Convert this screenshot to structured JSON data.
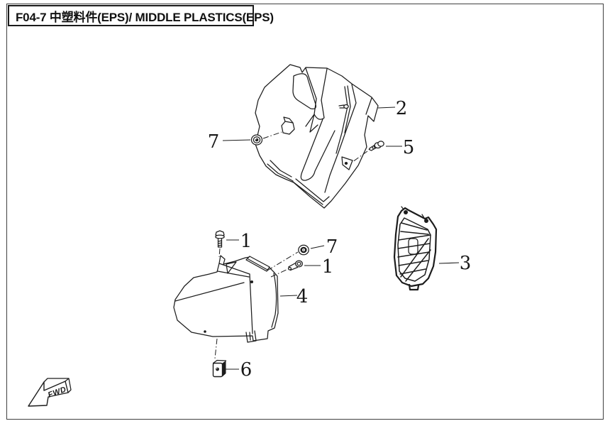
{
  "title": "F04-7 中塑料件(EPS)/ MIDDLE PLASTICS(EPS)",
  "fwd_label": "FWD",
  "callouts": [
    {
      "label": "7"
    },
    {
      "label": "2"
    },
    {
      "label": "5"
    },
    {
      "label": "1"
    },
    {
      "label": "7"
    },
    {
      "label": "1"
    },
    {
      "label": "4"
    },
    {
      "label": "3"
    },
    {
      "label": "6"
    }
  ],
  "colors": {
    "line": "#1c1c1c",
    "frame_border": "#404040",
    "background": "#ffffff"
  }
}
